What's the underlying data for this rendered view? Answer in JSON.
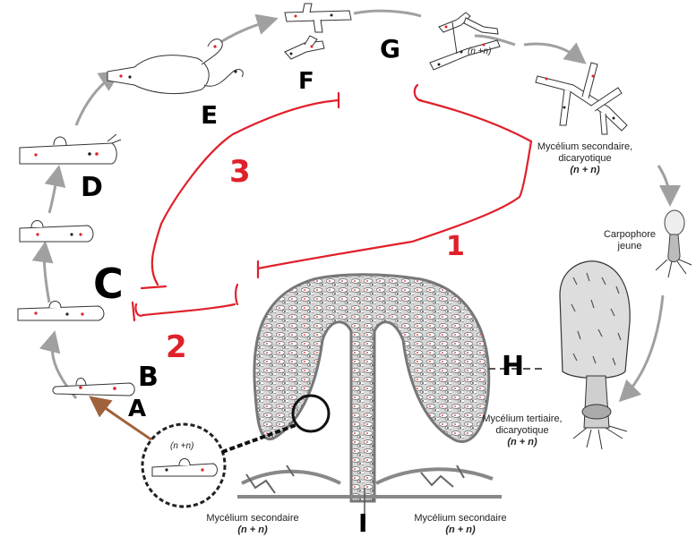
{
  "labels": {
    "secondary_mycelium_top": "Mycélium secondaire,",
    "secondary_mycelium_top_2": "dicaryotique",
    "secondary_mycelium_top_ploidy": "(n + n)",
    "young_carpophore": "Carpophore",
    "young_carpophore_2": "jeune",
    "tertiary_mycelium": "Mycélium tertiaire,",
    "tertiary_mycelium_2": "dicaryotique",
    "tertiary_mycelium_ploidy": "(n + n)",
    "secondary_mycelium_left": "Mycélium secondaire",
    "secondary_mycelium_left_ploidy": "(n + n)",
    "secondary_mycelium_right": "Mycélium secondaire",
    "secondary_mycelium_right_ploidy": "(n + n)",
    "inset_ploidy": "(n +n)",
    "g_ploidy": "(n +n)"
  },
  "annotations": {
    "A": "A",
    "B": "B",
    "C": "C",
    "D": "D",
    "E": "E",
    "F": "F",
    "G": "G",
    "H": "H",
    "I": "I",
    "path_1": "1",
    "path_2": "2",
    "path_3": "3"
  },
  "colors": {
    "annotation_red": "#e0202a",
    "cycle_arrow": "#a0a0a0",
    "entry_arrow": "#a0623a",
    "gill_tissue": "#9a9a9a"
  }
}
